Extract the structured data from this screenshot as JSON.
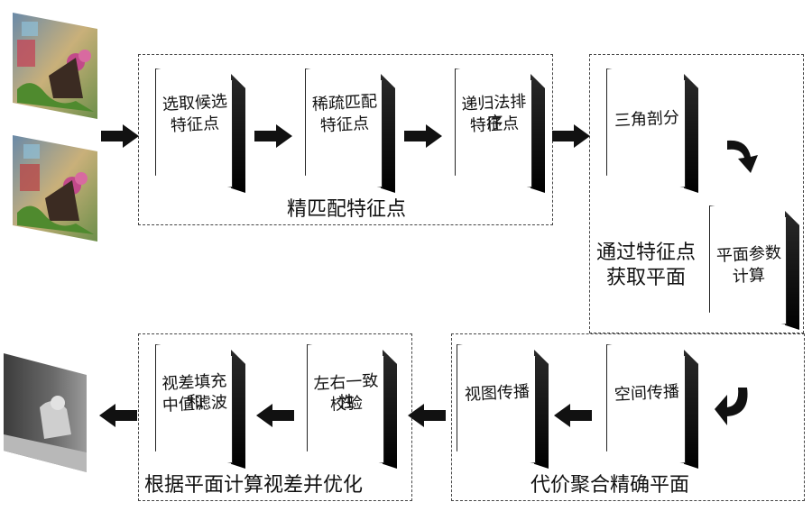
{
  "groups": {
    "match": "精匹配特征点",
    "plane": "通过特征点获取平面",
    "plane_line1": "通过特征点",
    "plane_line2": "获取平面",
    "cost": "代价聚合精确平面",
    "refine": "根据平面计算视差并优化"
  },
  "blocks": {
    "select_line1": "选取候选",
    "select_line2": "特征点",
    "sparse_line1": "稀疏匹配",
    "sparse_line2": "特征点",
    "recursive_line1": "递归法排序",
    "recursive_line2": "特征点",
    "triangulation": "三角剖分",
    "plane_param_line1": "平面参数",
    "plane_param_line2": "计算",
    "space_prop": "空间传播",
    "view_prop": "视图传播",
    "lr_check_line1": "左右一致性",
    "lr_check_line2": "校验",
    "fill_line1": "视差填充和",
    "fill_line2": "中值滤波"
  },
  "icons": {
    "arrow": "right-arrow-icon",
    "arrow_left": "left-arrow-icon",
    "curved": "curved-arrow-icon"
  },
  "colors": {
    "arrow": "#111111",
    "block_side": "#1a1a1a",
    "dashed": "#444444"
  }
}
